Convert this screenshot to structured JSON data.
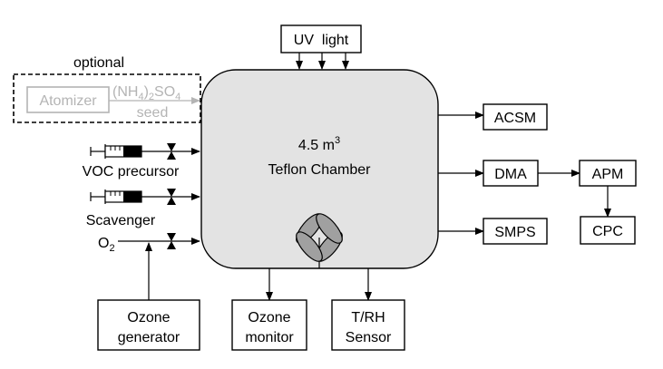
{
  "colors": {
    "chamber_fill": "#e3e3e3",
    "optional_gray": "#b4b4b4",
    "line": "#000000",
    "syringe_fill": "#000000"
  },
  "chamber": {
    "volume": "4.5 m",
    "volume_sup": "3",
    "name": "Teflon Chamber"
  },
  "uv": {
    "label": "UV  light"
  },
  "optional": {
    "title": "optional",
    "atomizer": "Atomizer",
    "salt_a": "(NH",
    "salt_sub1": "4",
    "salt_b": ")",
    "salt_sub2": "2",
    "salt_c": "SO",
    "salt_sub3": "4",
    "seed": "seed"
  },
  "inlets": {
    "voc": "VOC precursor",
    "scavenger": "Scavenger",
    "o2_main": "O",
    "o2_sub": "2"
  },
  "bottom": {
    "ozone_gen_1": "Ozone",
    "ozone_gen_2": "generator",
    "ozone_mon_1": "Ozone",
    "ozone_mon_2": "monitor",
    "trh_1": "T/RH",
    "trh_2": "Sensor"
  },
  "instruments": {
    "acsm": "ACSM",
    "dma": "DMA",
    "apm": "APM",
    "smps": "SMPS",
    "cpc": "CPC"
  },
  "icons": [
    "syringe-icon",
    "valve-icon",
    "fan-icon",
    "arrow-icon"
  ]
}
